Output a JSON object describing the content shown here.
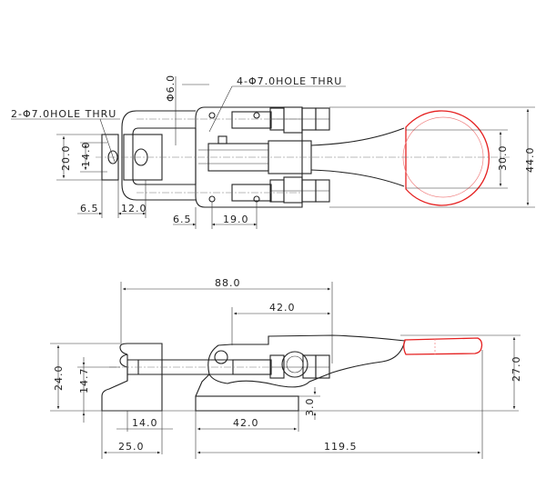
{
  "top_view": {
    "callouts": {
      "holes_4": "4-Φ7.0HOLE THRU",
      "holes_2": "2-Φ7.0HOLE THRU"
    },
    "dims": {
      "dia_6": "Φ6.0",
      "w44": "44.0",
      "w30": "30.0",
      "h20": "20.0",
      "h14": "14.0",
      "a6_5": "6.5",
      "a12": "12.0",
      "b6_5": "6.5",
      "b19": "19.0"
    }
  },
  "side_view": {
    "dims": {
      "l88": "88.0",
      "l42_top": "42.0",
      "h24": "24.0",
      "h14_7": "14.7",
      "h27": "27.0",
      "w14": "14.0",
      "w42_base": "42.0",
      "t3": "3.0",
      "w25": "25.0",
      "l119_5": "119.5"
    }
  },
  "colors": {
    "outline": "#222222",
    "handle_grip": "#e52020"
  }
}
